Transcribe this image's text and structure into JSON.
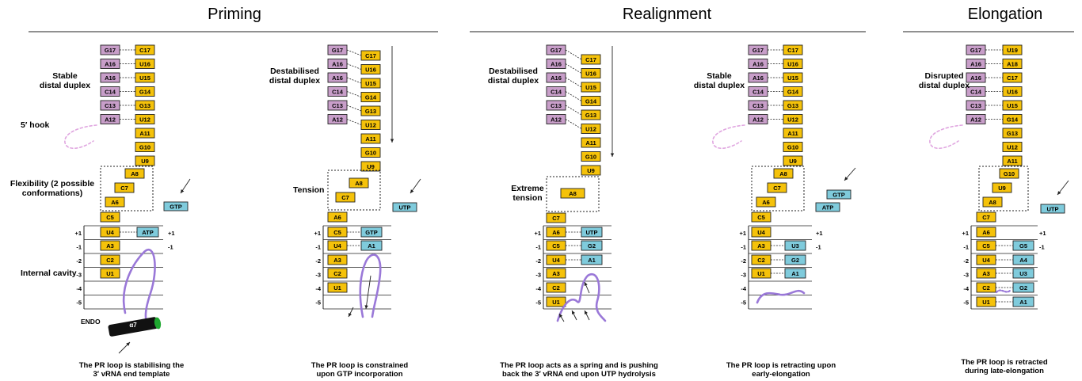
{
  "sections": [
    {
      "title": "Priming"
    },
    {
      "title": "Realignment"
    },
    {
      "title": "Elongation"
    }
  ],
  "colors": {
    "purine_template": "#c89ec9",
    "template": "#f5c20a",
    "nascent": "#7fcbdc",
    "pr_loop": "#9a78d8",
    "hook": "#e0a6e0",
    "endo": "#1fa830"
  },
  "panels": [
    {
      "distal_label": [
        "Stable",
        "distal duplex"
      ],
      "hook_label": "5′ hook",
      "region_label": [
        "Flexibility (2 possible",
        "conformations)"
      ],
      "cavity_label": "Internal cavity",
      "endo_label": "ENDO",
      "helix_label": "α7",
      "ntp": "GTP",
      "distal_left": [
        "G17",
        "A16",
        "A16",
        "C14",
        "C13",
        "A12"
      ],
      "distal_right": [
        "C17",
        "U16",
        "U15",
        "G14",
        "G13",
        "U12",
        "A11",
        "G10",
        "U9"
      ],
      "flex": [
        "A8",
        "C7",
        "A6"
      ],
      "lower": [
        "C5",
        "U4",
        "A3",
        "C2",
        "U1"
      ],
      "nascent": [
        "ATP"
      ],
      "positions": [
        "+1",
        "-1",
        "-2",
        "-3",
        "-4",
        "-5"
      ],
      "side_positions": [
        "+1",
        "-1"
      ],
      "caption": [
        "The PR loop is stabilising the",
        "3′ vRNA end template"
      ]
    },
    {
      "distal_label": [
        "Destabilised",
        "distal duplex"
      ],
      "region_label": [
        "Tension"
      ],
      "ntp": "UTP",
      "distal_left": [
        "G17",
        "A16",
        "A16",
        "C14",
        "C13",
        "A12"
      ],
      "distal_right": [
        "C17",
        "U16",
        "U15",
        "G14",
        "G13",
        "U12",
        "A11",
        "G10",
        "U9"
      ],
      "flex": [
        "A8",
        "C7"
      ],
      "lower": [
        "A6",
        "C5",
        "U4",
        "A3",
        "C2",
        "U1"
      ],
      "nascent": [
        "GTP",
        "A1"
      ],
      "positions": [
        "+1",
        "-1",
        "-2",
        "-3",
        "-4",
        "-5"
      ],
      "caption": [
        "The PR loop is constrained",
        "upon GTP incorporation"
      ]
    },
    {
      "distal_label": [
        "Destabilised",
        "distal duplex"
      ],
      "region_label": [
        "Extreme",
        "tension"
      ],
      "distal_left": [
        "G17",
        "A16",
        "A16",
        "C14",
        "C13",
        "A12"
      ],
      "distal_right": [
        "C17",
        "U16",
        "U15",
        "G14",
        "G13",
        "U12",
        "A11",
        "G10",
        "U9"
      ],
      "flex": [
        "A8"
      ],
      "lower": [
        "C7",
        "A6",
        "C5",
        "U4",
        "A3",
        "C2",
        "U1"
      ],
      "nascent": [
        "UTP",
        "G2",
        "A1"
      ],
      "positions": [
        "+1",
        "-1",
        "-2",
        "-3",
        "-4",
        "-5"
      ],
      "caption": [
        "The PR loop acts as a spring and is pushing",
        "back the 3′ vRNA end upon UTP hydrolysis"
      ]
    },
    {
      "distal_label": [
        "Stable",
        "distal duplex"
      ],
      "ntp": [
        "GTP",
        "ATP"
      ],
      "distal_left": [
        "G17",
        "A16",
        "A16",
        "C14",
        "C13",
        "A12"
      ],
      "distal_right": [
        "C17",
        "U16",
        "U15",
        "G14",
        "G13",
        "U12",
        "A11",
        "G10",
        "U9"
      ],
      "flex": [
        "A8",
        "C7",
        "A6"
      ],
      "lower": [
        "C5",
        "U4",
        "A3",
        "C2",
        "U1"
      ],
      "nascent": [
        "U3",
        "G2",
        "A1"
      ],
      "positions": [
        "+1",
        "-1",
        "-2",
        "-3",
        "-4",
        "-5"
      ],
      "side_positions": [
        "+1",
        "-1"
      ],
      "caption": [
        "The PR loop is retracting upon",
        "early-elongation"
      ]
    },
    {
      "distal_label": [
        "Disrupted",
        "distal duplex"
      ],
      "ntp": "UTP",
      "distal_left": [
        "G17",
        "A16",
        "A16",
        "C14",
        "C13",
        "A12"
      ],
      "distal_right": [
        "U19",
        "A18",
        "C17",
        "U16",
        "U15",
        "G14",
        "G13",
        "U12",
        "A11"
      ],
      "flex": [
        "G10",
        "U9",
        "A8"
      ],
      "lower": [
        "C7",
        "A6",
        "C5",
        "U4",
        "A3",
        "C2",
        "U1"
      ],
      "nascent": [
        "G5",
        "A4",
        "U3",
        "G2",
        "A1"
      ],
      "positions": [
        "+1",
        "-1",
        "-2",
        "-3",
        "-4",
        "-5"
      ],
      "side_positions": [
        "+1",
        "-1"
      ],
      "caption": [
        "The PR loop is retracted",
        "during late-elongation"
      ]
    }
  ]
}
